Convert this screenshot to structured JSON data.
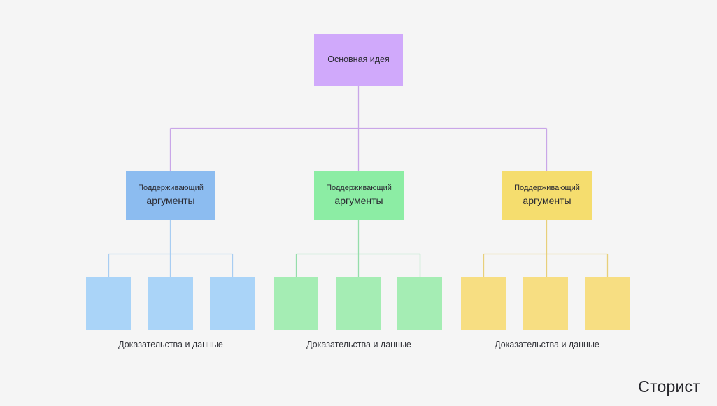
{
  "diagram": {
    "title_text": "Основная идея",
    "background_color": "#f5f5f5",
    "root": {
      "label": "Основная идея",
      "color": "#d0a9fb"
    },
    "branches": [
      {
        "kicker": "Поддерживающий",
        "headline": "аргументы",
        "color": "#8cbcf0",
        "leaf_color": "#aad4f8",
        "connector_color": "#a8cdf2",
        "caption": "Доказательства и данные",
        "leaves": [
          "",
          "",
          ""
        ]
      },
      {
        "kicker": "Поддерживающий",
        "headline": "аргументы",
        "color": "#8ceda4",
        "leaf_color": "#a5edb4",
        "connector_color": "#95ddaa",
        "caption": "Доказательства и данные",
        "leaves": [
          "",
          "",
          ""
        ]
      },
      {
        "kicker": "Поддерживающий",
        "headline": "аргументы",
        "color": "#f5dd6e",
        "leaf_color": "#f7de82",
        "connector_color": "#e8cf7a",
        "caption": "Доказательства и данные",
        "leaves": [
          "",
          "",
          ""
        ]
      }
    ],
    "trunk_connector_color": "#c9a6e8"
  },
  "watermark": {
    "label": "Сторист"
  }
}
